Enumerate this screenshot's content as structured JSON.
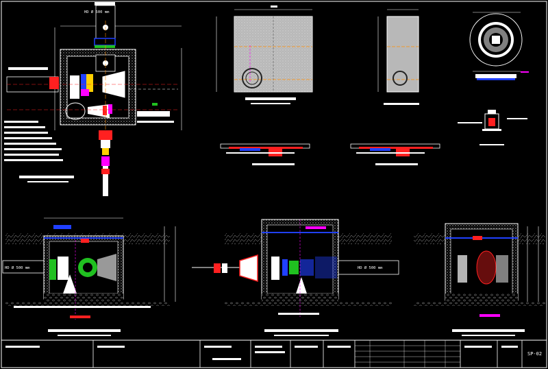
{
  "labels": {
    "pipe_top": "HD Ø 500 mm",
    "pipe_left": "HD Ø 500 mm",
    "pipe_right": "HD Ø 500 mm",
    "sheet_code": "SP-02"
  },
  "colors": {
    "background": "#000000",
    "line": "#ffffff",
    "red": "#ff2020",
    "magenta": "#ff00ff",
    "blue": "#2040ff",
    "green": "#20c020",
    "yellow": "#ffd000",
    "orange": "#ff8c00",
    "cyan": "#00ffff",
    "concrete": "#d8d8d8"
  },
  "icons": {
    "manhole_cover": "manhole-cover-icon",
    "valve": "valve-icon",
    "pipe": "pipe-icon"
  }
}
